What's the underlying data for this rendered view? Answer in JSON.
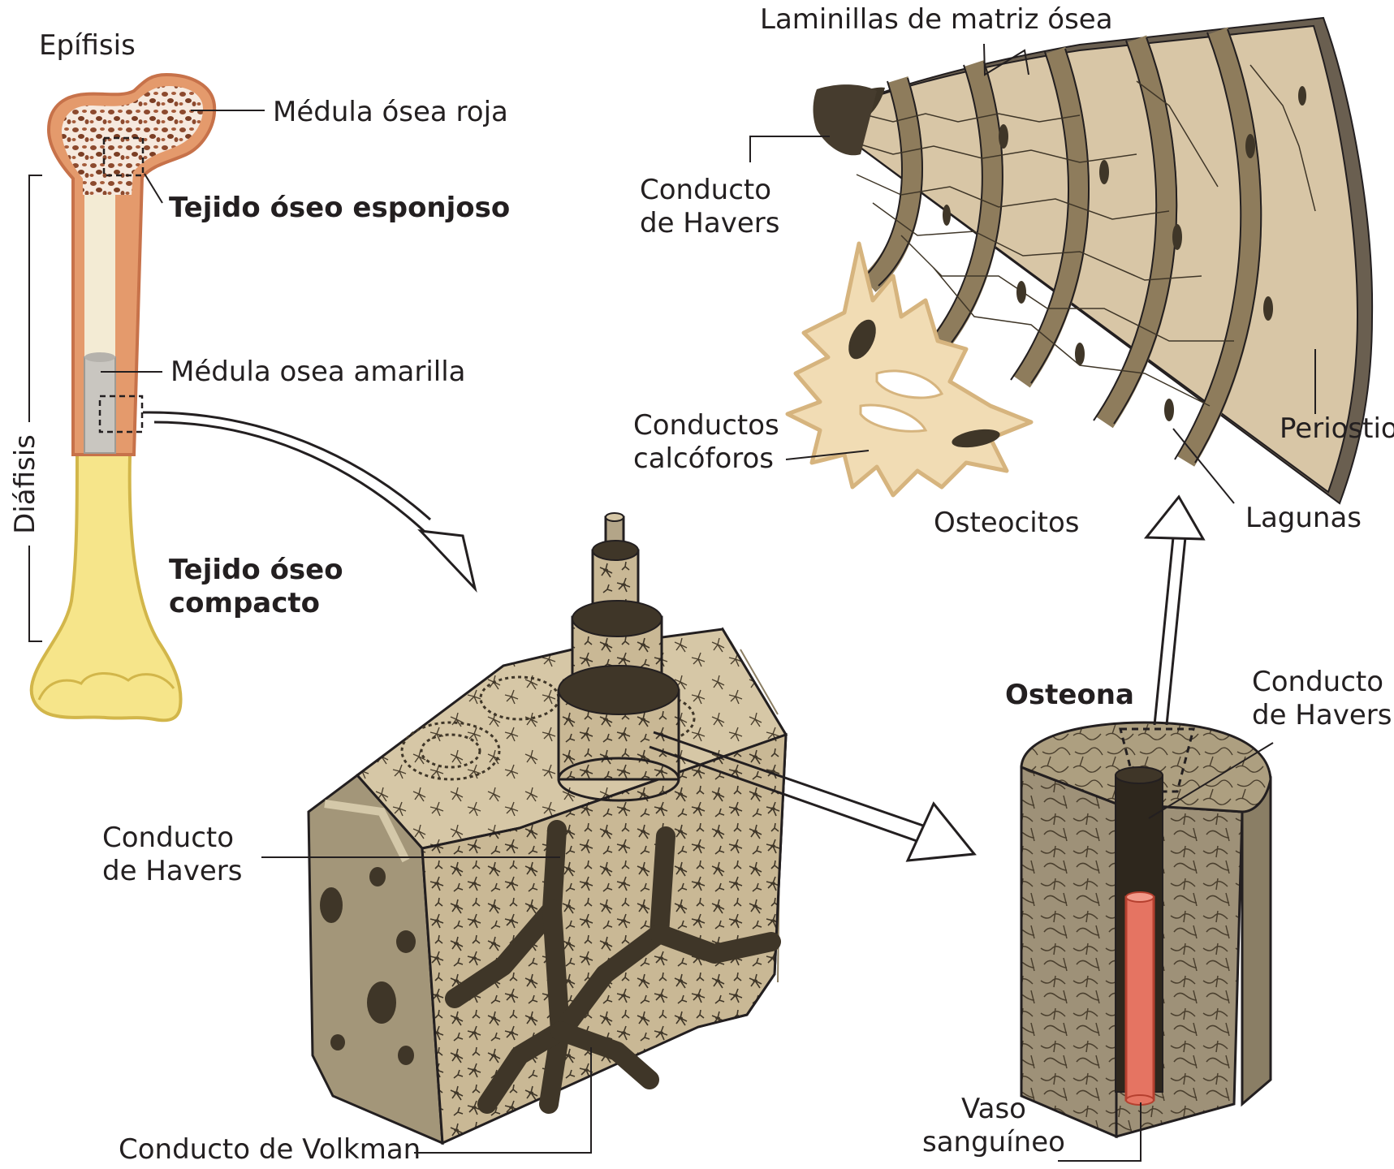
{
  "colors": {
    "outline": "#231f20",
    "bone_cortex": "#e49a6c",
    "bone_cortex_dark": "#c7724a",
    "spongy": "#f6e9de",
    "spongy_dots": "#8c4a2e",
    "yellow_bone": "#f6e58a",
    "yellow_bone_edge": "#d2b64a",
    "marrow_cavity": "#f3ebd4",
    "marrow_grey": "#c9c6c0",
    "matrix_tan": "#c8b696",
    "matrix_dark": "#3f3628",
    "matrix_mid": "#8e8168",
    "lamella_light": "#e6d6bc",
    "lamella_band": "#cdb894",
    "osteocyte_fill": "#f1dcb4",
    "osteocyte_edge": "#d6b47e",
    "vessel_red": "#e57462",
    "vessel_edge": "#b5402f"
  },
  "labels": {
    "epifisis": "Epífisis",
    "medula_roja": "Médula ósea roja",
    "tejido_esponjoso": "Tejido óseo esponjoso",
    "medula_amarilla": "Médula osea amarilla",
    "diafisis": "Diáfisis",
    "tejido_compacto_1": "Tejido óseo",
    "tejido_compacto_2": "compacto",
    "laminillas": "Laminillas de matriz ósea",
    "havers_top_1": "Conducto",
    "havers_top_2": "de Havers",
    "calcoforos_1": "Conductos",
    "calcoforos_2": "calcóforos",
    "osteocitos": "Osteocitos",
    "periostio": "Periostio",
    "lagunas": "Lagunas",
    "osteona": "Osteona",
    "havers_right_1": "Conducto",
    "havers_right_2": "de Havers",
    "havers_left_1": "Conducto",
    "havers_left_2": "de Havers",
    "volkman": "Conducto de Volkman",
    "vaso_1": "Vaso",
    "vaso_2": "sanguíneo"
  }
}
